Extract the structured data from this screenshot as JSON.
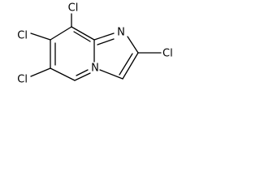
{
  "structure": {
    "atoms": {
      "cl_top": "Cl",
      "cl_upper_left": "Cl",
      "cl_lower_left": "Cl",
      "cl_right": "Cl",
      "n_ring_top": "N",
      "n_bridgehead": "N"
    },
    "colors": {
      "bond": "#000000",
      "label": "#000000",
      "background": "#ffffff"
    }
  }
}
